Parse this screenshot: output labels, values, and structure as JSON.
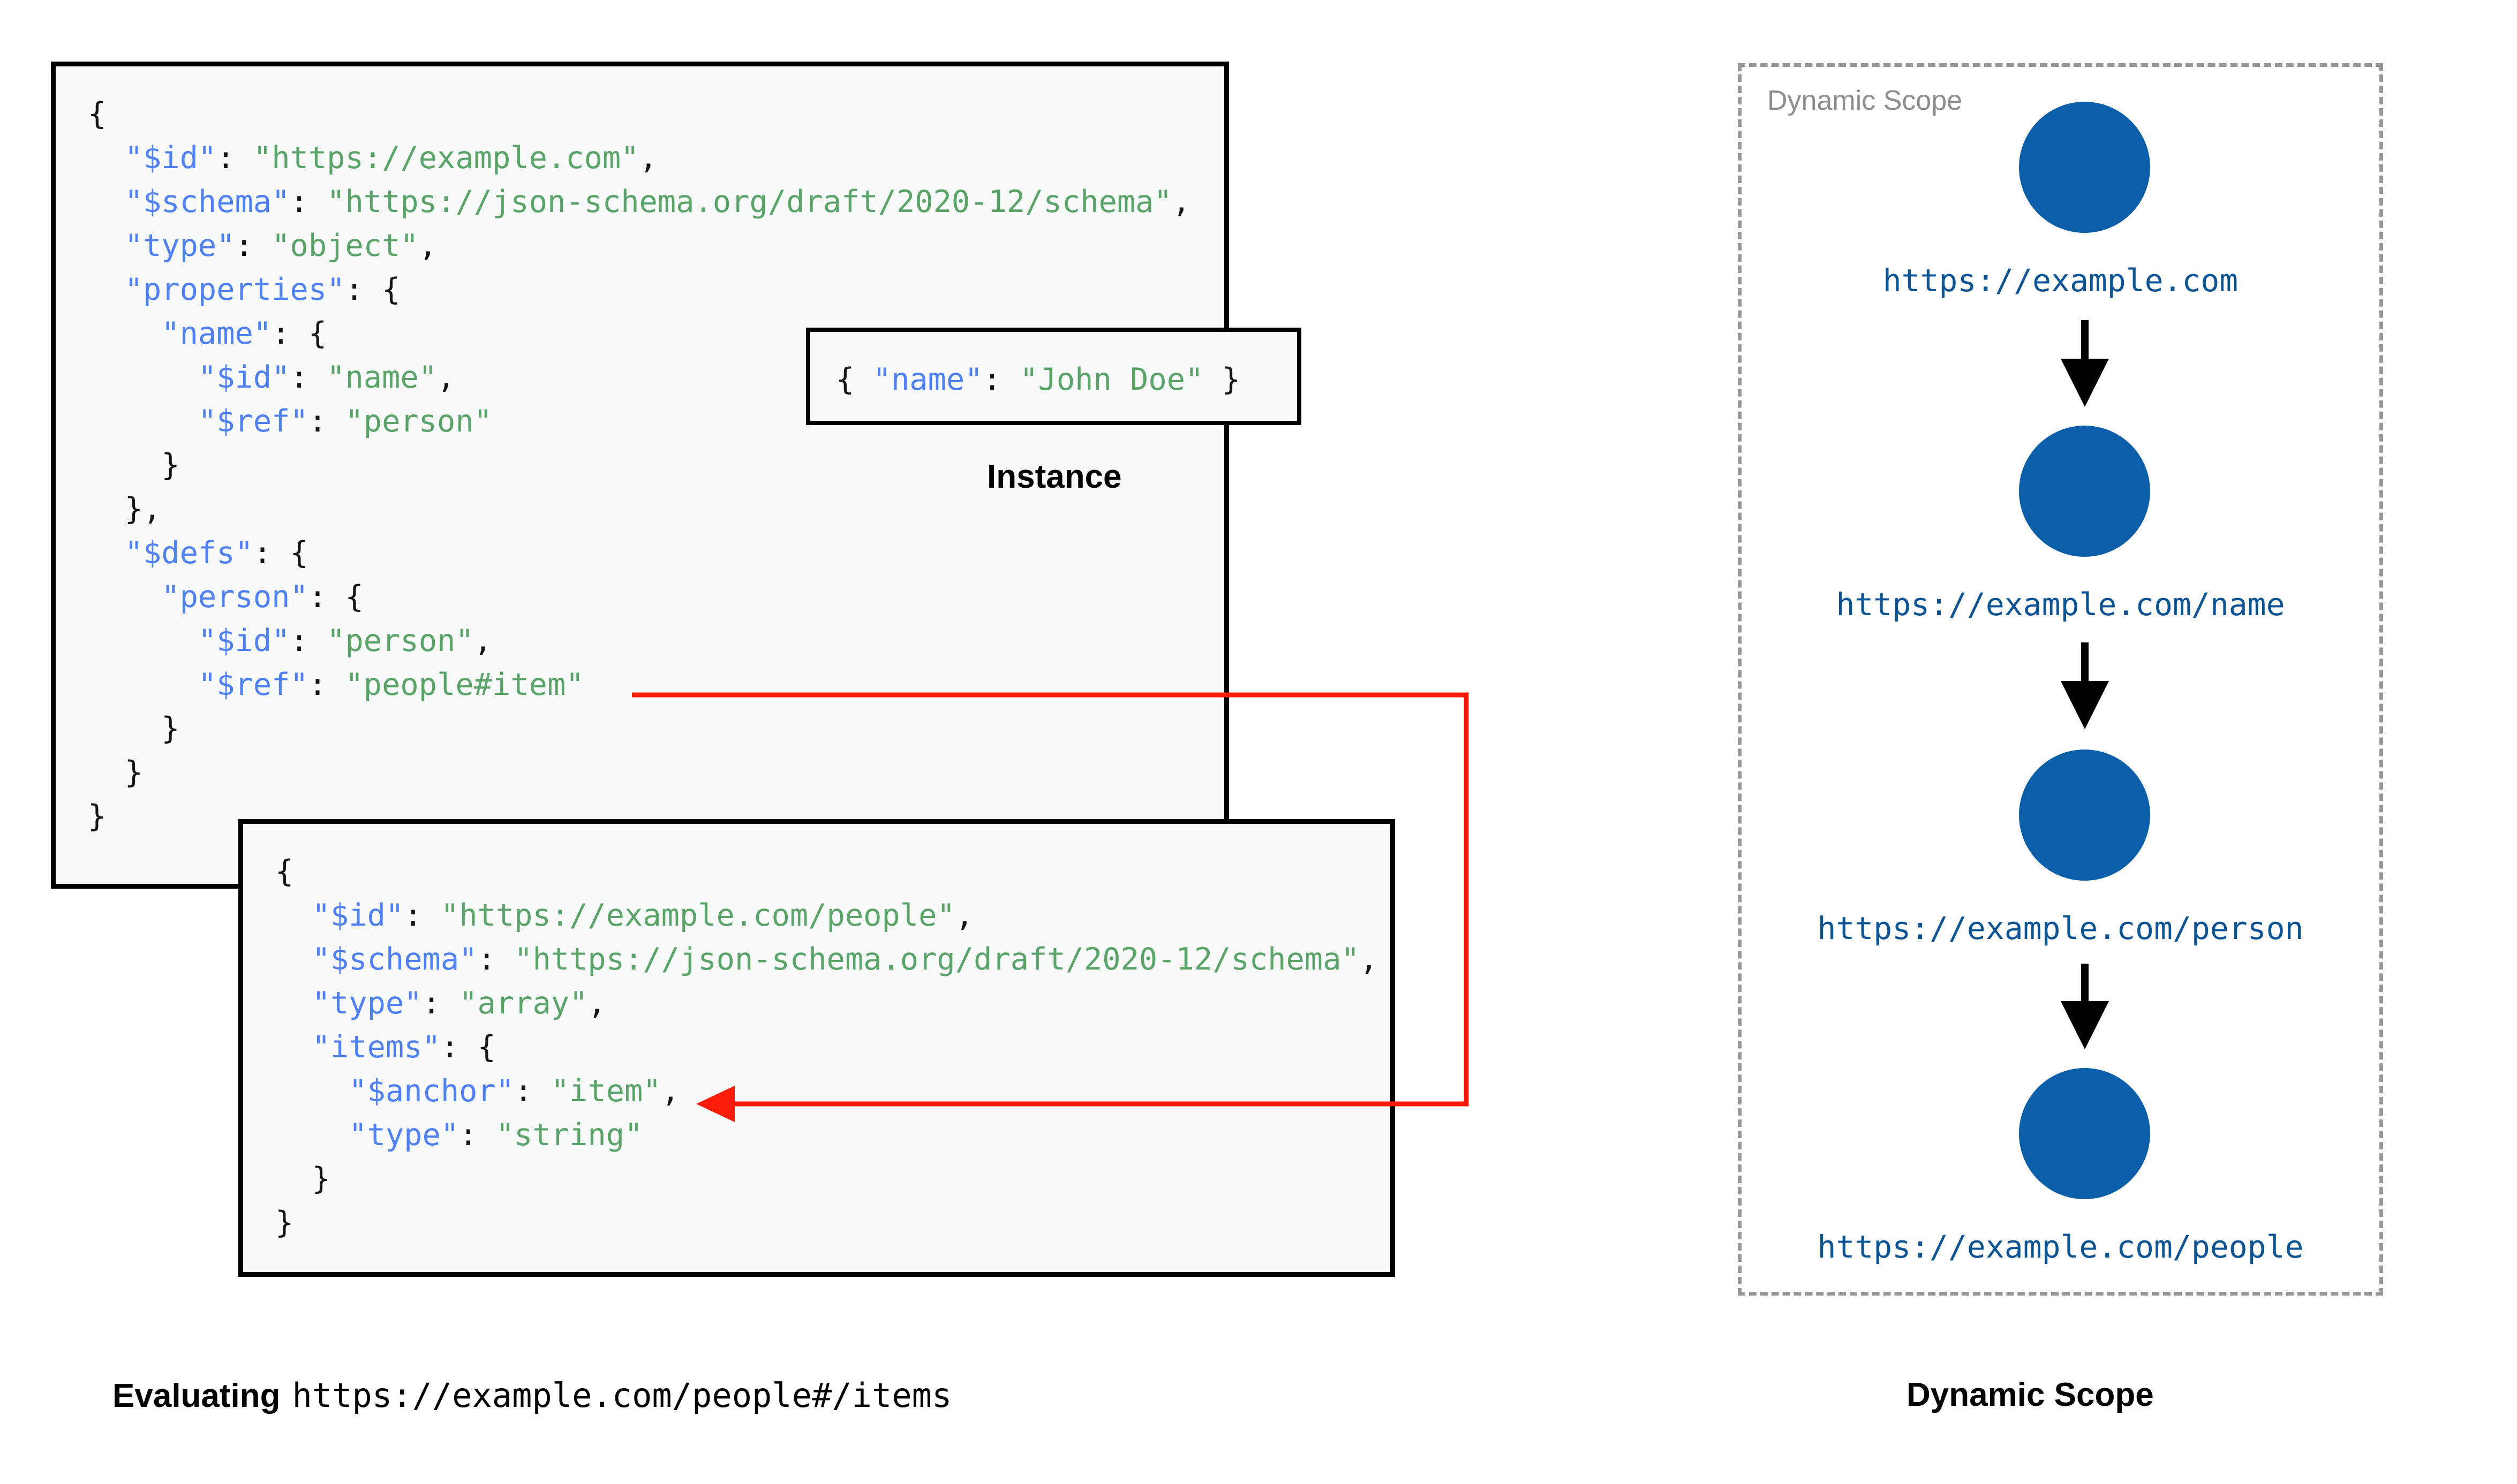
{
  "colors": {
    "json_key": "#4f80f4",
    "json_string": "#5aa469",
    "box_border": "#000000",
    "box_fill": "#f8f9f9",
    "ref_arrow": "#fc1c0a",
    "scope_node": "#0b5ea8",
    "scope_url_text": "#0d5494",
    "dashed_border": "#979797",
    "dashed_label": "#8e8e8e",
    "flow_arrow": "#000000"
  },
  "left_panel": {
    "root_schema": {
      "name": "root-schema-box",
      "lines": [
        [
          {
            "t": "{",
            "c": "p"
          }
        ],
        [
          {
            "t": "  ",
            "c": "p"
          },
          {
            "t": "\"$id\"",
            "c": "k"
          },
          {
            "t": ": ",
            "c": "p"
          },
          {
            "t": "\"https://example.com\"",
            "c": "s"
          },
          {
            "t": ",",
            "c": "p"
          }
        ],
        [
          {
            "t": "  ",
            "c": "p"
          },
          {
            "t": "\"$schema\"",
            "c": "k"
          },
          {
            "t": ": ",
            "c": "p"
          },
          {
            "t": "\"https://json-schema.org/draft/2020-12/schema\"",
            "c": "s"
          },
          {
            "t": ",",
            "c": "p"
          }
        ],
        [
          {
            "t": "  ",
            "c": "p"
          },
          {
            "t": "\"type\"",
            "c": "k"
          },
          {
            "t": ": ",
            "c": "p"
          },
          {
            "t": "\"object\"",
            "c": "s"
          },
          {
            "t": ",",
            "c": "p"
          }
        ],
        [
          {
            "t": "  ",
            "c": "p"
          },
          {
            "t": "\"properties\"",
            "c": "k"
          },
          {
            "t": ": {",
            "c": "p"
          }
        ],
        [
          {
            "t": "    ",
            "c": "p"
          },
          {
            "t": "\"name\"",
            "c": "k"
          },
          {
            "t": ": {",
            "c": "p"
          }
        ],
        [
          {
            "t": "      ",
            "c": "p"
          },
          {
            "t": "\"$id\"",
            "c": "k"
          },
          {
            "t": ": ",
            "c": "p"
          },
          {
            "t": "\"name\"",
            "c": "s"
          },
          {
            "t": ",",
            "c": "p"
          }
        ],
        [
          {
            "t": "      ",
            "c": "p"
          },
          {
            "t": "\"$ref\"",
            "c": "k"
          },
          {
            "t": ": ",
            "c": "p"
          },
          {
            "t": "\"person\"",
            "c": "s"
          }
        ],
        [
          {
            "t": "    }",
            "c": "p"
          }
        ],
        [
          {
            "t": "  },",
            "c": "p"
          }
        ],
        [
          {
            "t": "  ",
            "c": "p"
          },
          {
            "t": "\"$defs\"",
            "c": "k"
          },
          {
            "t": ": {",
            "c": "p"
          }
        ],
        [
          {
            "t": "    ",
            "c": "p"
          },
          {
            "t": "\"person\"",
            "c": "k"
          },
          {
            "t": ": {",
            "c": "p"
          }
        ],
        [
          {
            "t": "      ",
            "c": "p"
          },
          {
            "t": "\"$id\"",
            "c": "k"
          },
          {
            "t": ": ",
            "c": "p"
          },
          {
            "t": "\"person\"",
            "c": "s"
          },
          {
            "t": ",",
            "c": "p"
          }
        ],
        [
          {
            "t": "      ",
            "c": "p"
          },
          {
            "t": "\"$ref\"",
            "c": "k"
          },
          {
            "t": ": ",
            "c": "p"
          },
          {
            "t": "\"people#item\"",
            "c": "s"
          }
        ],
        [
          {
            "t": "    }",
            "c": "p"
          }
        ],
        [
          {
            "t": "  }",
            "c": "p"
          }
        ],
        [
          {
            "t": "}",
            "c": "p"
          }
        ]
      ]
    },
    "instance": {
      "name": "instance-box",
      "label": "Instance",
      "lines": [
        [
          {
            "t": "{ ",
            "c": "p"
          },
          {
            "t": "\"name\"",
            "c": "k"
          },
          {
            "t": ": ",
            "c": "p"
          },
          {
            "t": "\"John Doe\"",
            "c": "s"
          },
          {
            "t": " }",
            "c": "p"
          }
        ]
      ]
    },
    "people_schema": {
      "name": "people-schema-box",
      "lines": [
        [
          {
            "t": "{",
            "c": "p"
          }
        ],
        [
          {
            "t": "  ",
            "c": "p"
          },
          {
            "t": "\"$id\"",
            "c": "k"
          },
          {
            "t": ": ",
            "c": "p"
          },
          {
            "t": "\"https://example.com/people\"",
            "c": "s"
          },
          {
            "t": ",",
            "c": "p"
          }
        ],
        [
          {
            "t": "  ",
            "c": "p"
          },
          {
            "t": "\"$schema\"",
            "c": "k"
          },
          {
            "t": ": ",
            "c": "p"
          },
          {
            "t": "\"https://json-schema.org/draft/2020-12/schema\"",
            "c": "s"
          },
          {
            "t": ",",
            "c": "p"
          }
        ],
        [
          {
            "t": "  ",
            "c": "p"
          },
          {
            "t": "\"type\"",
            "c": "k"
          },
          {
            "t": ": ",
            "c": "p"
          },
          {
            "t": "\"array\"",
            "c": "s"
          },
          {
            "t": ",",
            "c": "p"
          }
        ],
        [
          {
            "t": "  ",
            "c": "p"
          },
          {
            "t": "\"items\"",
            "c": "k"
          },
          {
            "t": ": {",
            "c": "p"
          }
        ],
        [
          {
            "t": "    ",
            "c": "p"
          },
          {
            "t": "\"$anchor\"",
            "c": "k"
          },
          {
            "t": ": ",
            "c": "p"
          },
          {
            "t": "\"item\"",
            "c": "s"
          },
          {
            "t": ",",
            "c": "p"
          }
        ],
        [
          {
            "t": "    ",
            "c": "p"
          },
          {
            "t": "\"type\"",
            "c": "k"
          },
          {
            "t": ": ",
            "c": "p"
          },
          {
            "t": "\"string\"",
            "c": "s"
          }
        ],
        [
          {
            "t": "  }",
            "c": "p"
          }
        ],
        [
          {
            "t": "}",
            "c": "p"
          }
        ]
      ]
    },
    "caption": {
      "bold_part": "Evaluating",
      "mono_part": "https://example.com/people#/items"
    }
  },
  "right_panel": {
    "container_label": "Dynamic Scope",
    "caption": "Dynamic Scope",
    "nodes": [
      {
        "url": "https://example.com"
      },
      {
        "url": "https://example.com/name"
      },
      {
        "url": "https://example.com/person"
      },
      {
        "url": "https://example.com/people"
      }
    ]
  }
}
